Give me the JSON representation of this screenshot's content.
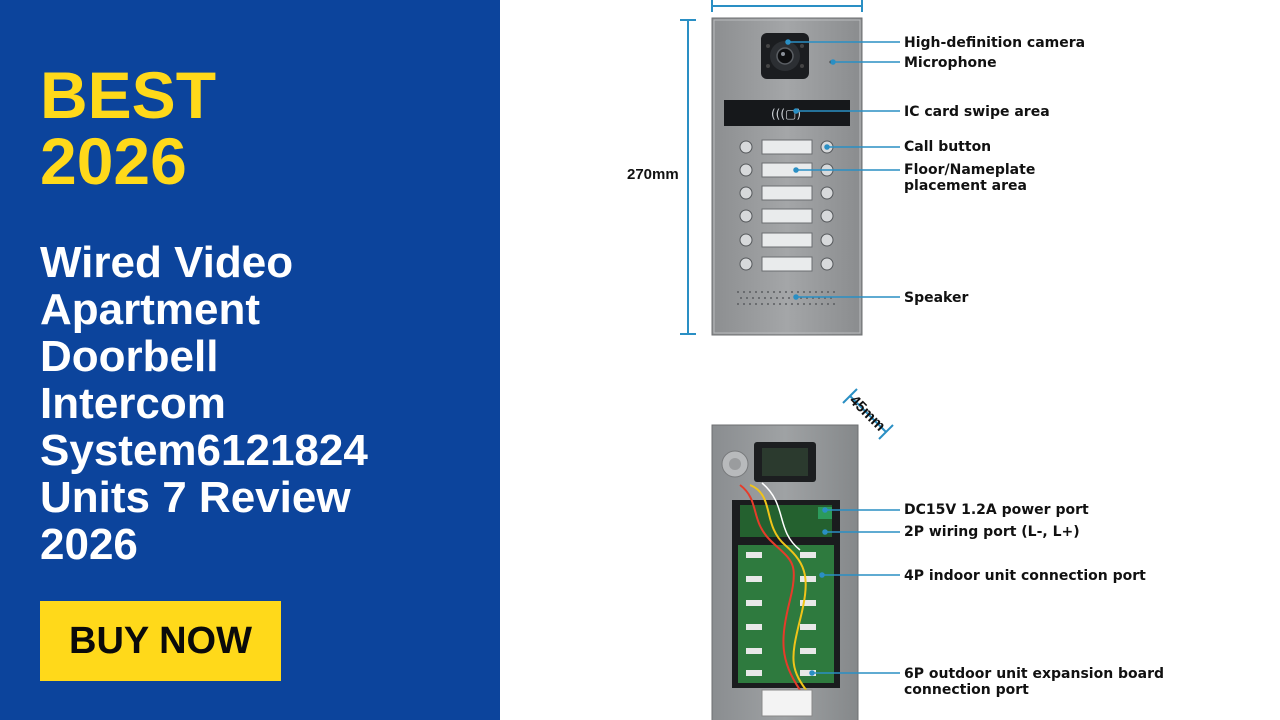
{
  "left": {
    "headline_line1": "BEST",
    "headline_line2": "2026",
    "title_lines": [
      "Wired Video",
      "Apartment",
      "Doorbell",
      "Intercom",
      "System6121824",
      "Units 7 Review",
      "2026"
    ],
    "buy_label": "BUY NOW"
  },
  "diagram": {
    "height_label": "270mm",
    "depth_label": "45mm",
    "front_callouts": {
      "camera": "High-definition camera",
      "microphone": "Microphone",
      "ic_card": "IC card swipe area",
      "call_button": "Call button",
      "nameplate_line1": "Floor/Nameplate",
      "nameplate_line2": "placement area",
      "speaker": "Speaker"
    },
    "back_callouts": {
      "power_port": "DC15V 1.2A power port",
      "wiring_port": "2P wiring port (L-, L+)",
      "indoor_port": "4P indoor unit connection port",
      "expansion_line1": "6P outdoor unit expansion board",
      "expansion_line2": "connection port"
    }
  },
  "colors": {
    "panel_blue": "#0c449c",
    "accent_yellow": "#ffd91a",
    "dimension_line": "#2a8fc4"
  }
}
